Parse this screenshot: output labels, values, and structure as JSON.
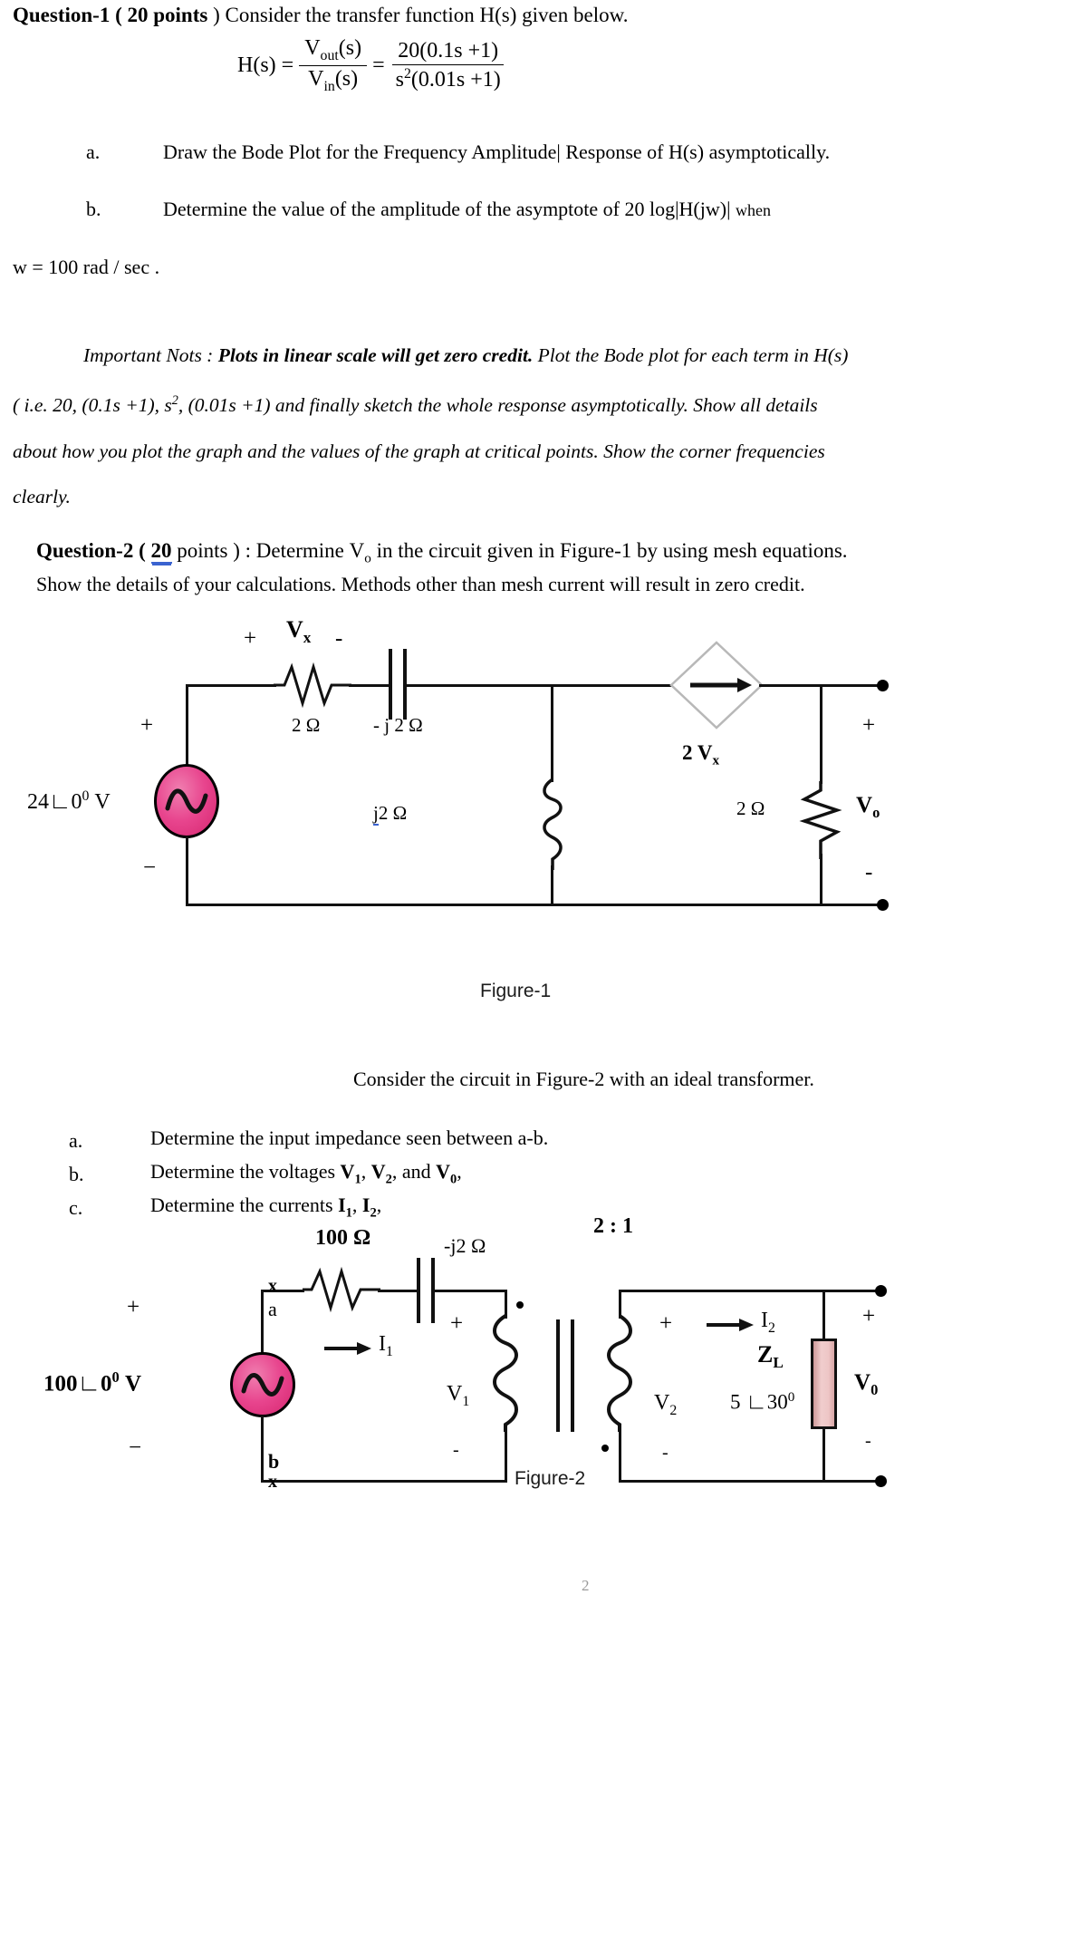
{
  "document": {
    "page_number": "2"
  },
  "question1": {
    "heading_prefix": "Question-1 (",
    "heading_points": "20 points",
    "heading_suffix": ") Consider the transfer function H(s) given below.",
    "equation": {
      "lhs": "H(s) =",
      "num1": "V",
      "num1_sub": "out",
      "num1_tail": "(s)",
      "den1": "V",
      "den1_sub": "in",
      "den1_tail": "(s)",
      "eq2": "=",
      "num2": "20(0.1s +1)",
      "den2_s": "s",
      "den2_exp": "2",
      "den2_tail": "(0.01s +1)"
    },
    "items": [
      {
        "marker": "a.",
        "text": "Draw the Bode Plot for the Frequency Amplitude| Response of H(s) asymptotically."
      },
      {
        "marker": "b.",
        "text_before": "Determine the value of the amplitude of the asymptote of",
        "math": "20 log|H(jw)|",
        "text_after": "when"
      }
    ],
    "condition": "w = 100 rad / sec .",
    "note": {
      "label": "Important Nots :",
      "bold_part": "Plots in linear scale will get zero credit.",
      "line1_rest": "Plot the Bode plot for each term in H(s)",
      "line2": "( i.e. 20, (0.1s +1), s",
      "line2_exp": "2",
      "line2_rest": ", (0.01s +1) and finally sketch the whole response asymptotically.  Show all details",
      "line3": "about how you plot the graph and the values of the graph at critical points.  Show the corner frequencies",
      "line4": "clearly."
    }
  },
  "question2": {
    "heading_prefix": "Question-2 (",
    "heading_points": "20",
    "heading_mid": "points ) : Determine",
    "heading_var": "V",
    "heading_var_sub": "o",
    "heading_suffix": "in the circuit given in Figure-1 by using mesh equations.",
    "line2": "Show the details of your calculations. Methods other than mesh current will result in zero credit."
  },
  "figure1": {
    "caption": "Figure-1",
    "source_label": "24",
    "source_angle": "0",
    "source_unit": "V",
    "source_plus": "+",
    "source_minus": "−",
    "vx_plus": "+",
    "vx_label": "V",
    "vx_sub": "x",
    "vx_minus": "-",
    "resistor_label": "2 Ω",
    "capacitor_label": "- j 2 Ω",
    "inductor_label_j": "j",
    "inductor_label_rest": "2 Ω",
    "dep_source_label": "2 V",
    "dep_source_sub": "x",
    "load_label": "2 Ω",
    "vo_label": "V",
    "vo_sub": "o",
    "vo_plus": "+",
    "vo_minus": "-"
  },
  "transformer_intro": {
    "text": "Consider the circuit in Figure-2 with an ideal transformer.",
    "items": [
      {
        "marker": "a.",
        "text": "Determine the input impedance seen between a-b."
      },
      {
        "marker": "b.",
        "text_before": "Determine the voltages",
        "v1": "V",
        "v1_sub": "1",
        "sep1": ",",
        "v2": "V",
        "v2_sub": "2",
        "sep2": ", and",
        "v3": "V",
        "v3_sub": "0",
        "sep3": ","
      },
      {
        "marker": "c.",
        "text_before": "Determine the currents",
        "i1": "I",
        "i1_sub": "1",
        "sep1": ",",
        "i2": "I",
        "i2_sub": "2",
        "sep2": ","
      }
    ]
  },
  "figure2": {
    "caption": "Figure-2",
    "source_label": "100",
    "source_angle": "0",
    "source_unit": "V",
    "source_plus": "+",
    "source_minus": "−",
    "terminal_a": "a",
    "terminal_b": "b",
    "terminal_a_mark": "x",
    "terminal_b_mark": "x",
    "resistor_label": "100 Ω",
    "capacitor_label": "-j2 Ω",
    "turns_ratio": "2 : 1",
    "i1_label": "I",
    "i1_sub": "1",
    "i2_label": "I",
    "i2_sub": "2",
    "v1_label": "V",
    "v1_sub": "1",
    "v1_plus": "+",
    "v1_minus": "-",
    "v2_label": "V",
    "v2_sub": "2",
    "v2_plus": "+",
    "v2_minus": "-",
    "zl_label": "Z",
    "zl_sub": "L",
    "zl_value": "5",
    "zl_angle": "30",
    "vo_label": "V",
    "vo_sub": "0",
    "vo_plus": "+",
    "vo_minus": "-"
  },
  "colors": {
    "source_pink": "#e8458e",
    "load_pink": "#eec6c6",
    "wire_black": "#111111",
    "spellcheck_blue": "#3a63d0"
  }
}
